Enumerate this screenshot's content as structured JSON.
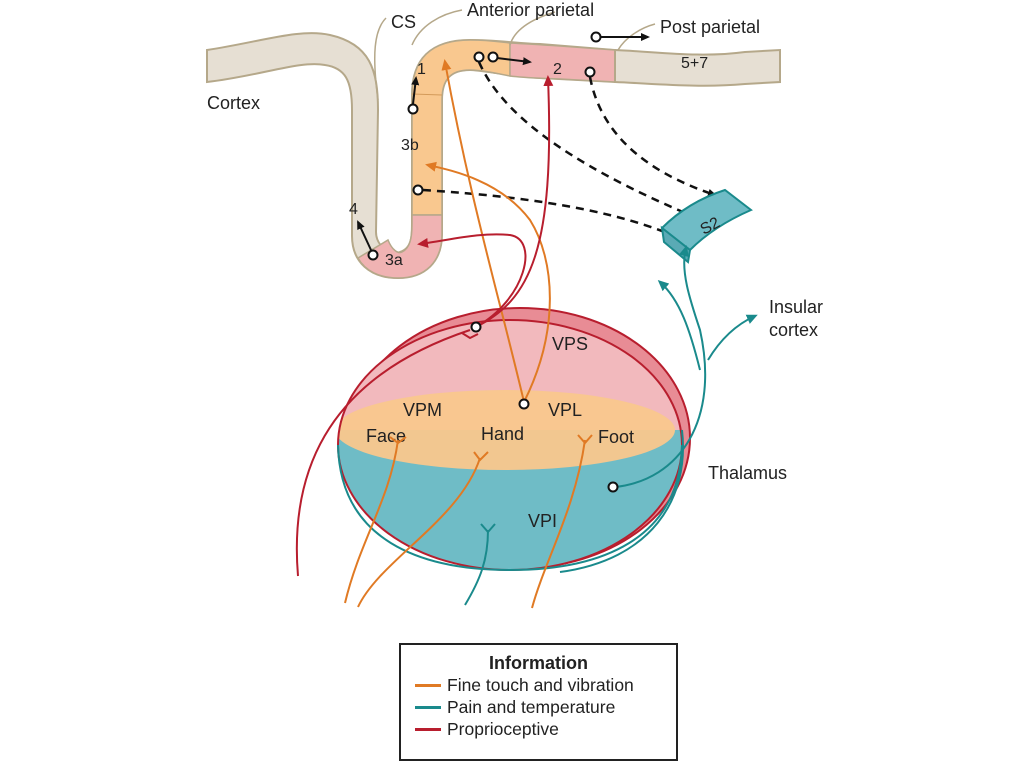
{
  "colors": {
    "cortex_beige": "#e6dfd3",
    "cortex_outline": "#b5a88a",
    "area_orange": "#f9c88f",
    "area_pink": "#f0b3b3",
    "fine_touch": "#e07a24",
    "pain_temp": "#1a8a8c",
    "proprioceptive": "#b81e2e",
    "vps_fill": "#f2b9bd",
    "vpl_fill": "#f9c78d",
    "vpi_fill": "#6fbcc6",
    "s2_fill": "#6fbcc6"
  },
  "labels": {
    "cortex": "Cortex",
    "cs": "CS",
    "anterior_parietal": "Anterior parietal",
    "post_parietal": "Post parietal",
    "area_1": "1",
    "area_2": "2",
    "area_3b": "3b",
    "area_3a": "3a",
    "area_4": "4",
    "area_5_7": "5+7",
    "s2": "S2",
    "insular_cortex_line1": "Insular",
    "insular_cortex_line2": "cortex",
    "thalamus": "Thalamus",
    "vps": "VPS",
    "vpm": "VPM",
    "vpl": "VPL",
    "vpi": "VPI",
    "face": "Face",
    "hand": "Hand",
    "foot": "Foot"
  },
  "legend": {
    "title": "Information",
    "items": [
      {
        "label": "Fine touch and vibration",
        "color": "#e07a24"
      },
      {
        "label": "Pain and temperature",
        "color": "#1a8a8c"
      },
      {
        "label": "Proprioceptive",
        "color": "#b81e2e"
      }
    ]
  }
}
